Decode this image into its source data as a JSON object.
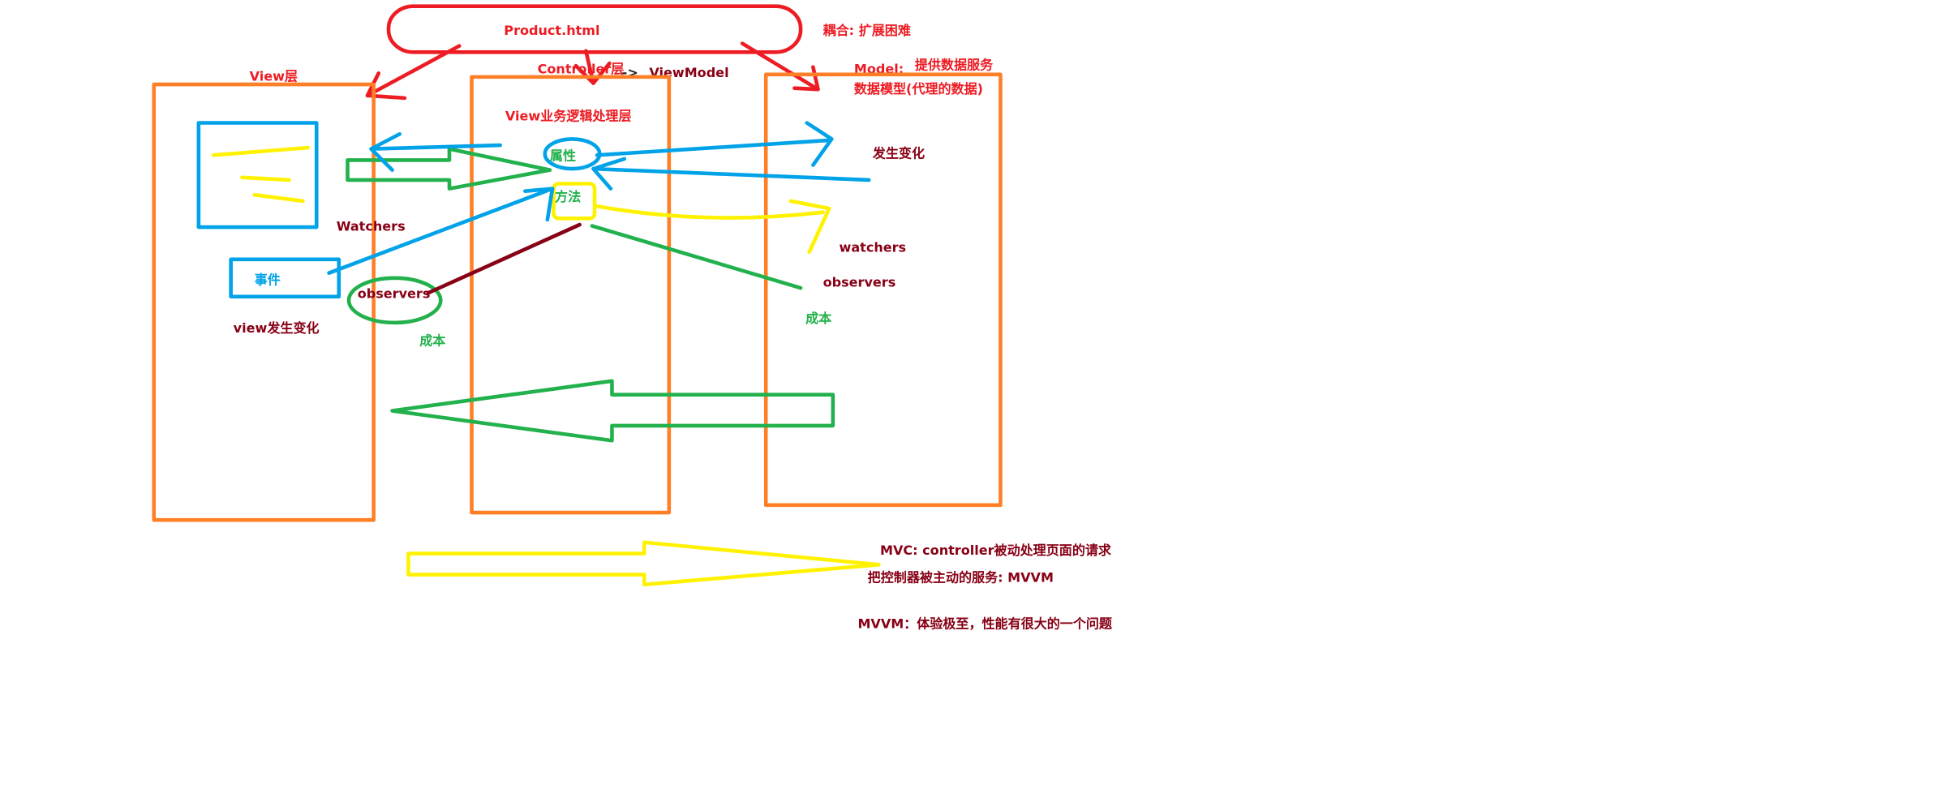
{
  "diagram": {
    "top": {
      "title": "Product.html",
      "note": "耦合: 扩展困难"
    },
    "view_layer": {
      "title": "View层",
      "watchers": "Watchers",
      "event": "事件",
      "observers": "observers",
      "change": "view发生变化",
      "cost": "成本"
    },
    "controller_layer": {
      "title": "Controller层",
      "arrow": "->",
      "alias": "ViewModel",
      "subtitle": "View业务逻辑处理层",
      "property": "属性",
      "method": "方法"
    },
    "model_layer": {
      "title": "Model:",
      "service": "提供数据服务",
      "subtitle": "数据模型(代理的数据)",
      "change": "发生变化",
      "watchers": "watchers",
      "observers": "observers",
      "cost": "成本"
    },
    "notes": [
      "MVC: controller被动处理页面的请求",
      "把控制器被主动的服务: MVVM",
      "MVVM：体验极至，性能有很大的一个问题"
    ]
  },
  "colors": {
    "red": "#ed1c24",
    "darkred": "#880015",
    "orange": "#ff7f27",
    "blue": "#00a2e8",
    "green": "#22b14c",
    "yellow": "#fff200",
    "ink": "#222222",
    "bg": "#ffffff"
  }
}
